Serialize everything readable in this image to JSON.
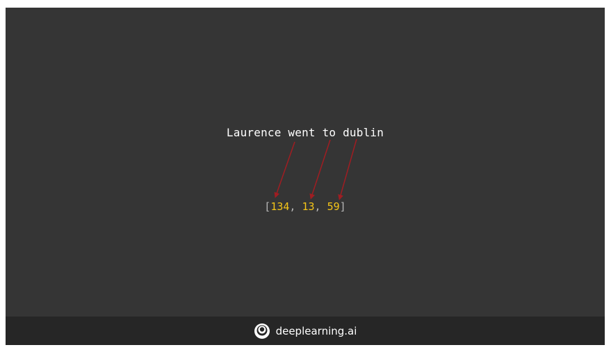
{
  "sentence": "Laurence went to dublin",
  "sequence": {
    "open": "[",
    "values": [
      "134",
      "13",
      "59"
    ],
    "separator": ", ",
    "close": "]"
  },
  "footer": {
    "brand": "deeplearning.ai",
    "logo_icon": "deeplearning-logo-icon"
  },
  "colors": {
    "slide_bg": "#353535",
    "footer_bg": "#262626",
    "number": "#f5c518",
    "arrow": "#a01d22"
  }
}
